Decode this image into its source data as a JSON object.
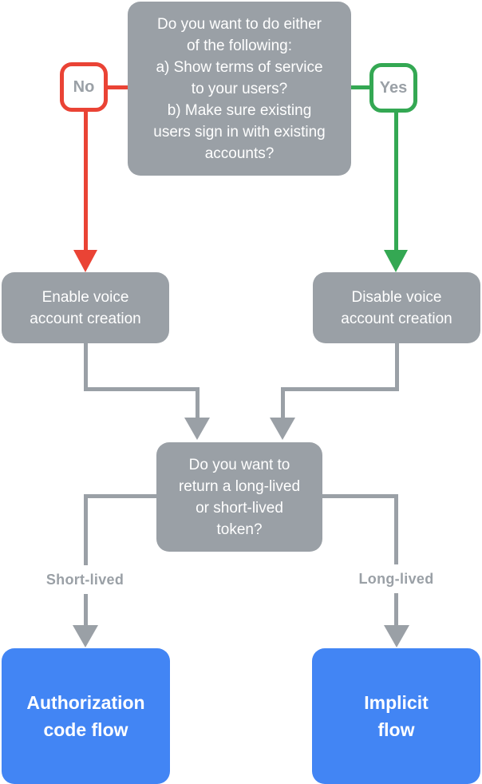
{
  "palette": {
    "gray": "#9AA0A6",
    "red": "#EA4335",
    "green": "#34A853",
    "blue": "#4285F4",
    "white": "#FFFFFF",
    "label_text": "#9AA0A6"
  },
  "nodes": {
    "question_tos": {
      "text": "Do you want to do either\nof the following:\na) Show terms of service\nto your users?\nb) Make sure existing\nusers sign in with existing\naccounts?"
    },
    "enable_voice": {
      "text": "Enable voice\naccount creation"
    },
    "disable_voice": {
      "text": "Disable voice\naccount creation"
    },
    "question_token": {
      "text": "Do you want to\nreturn a long-lived\nor short-lived\ntoken?"
    },
    "authorization_code_flow": {
      "text": "Authorization\ncode flow"
    },
    "implicit_flow": {
      "text": "Implicit\nflow"
    }
  },
  "labels": {
    "no": "No",
    "yes": "Yes",
    "short_lived": "Short-lived",
    "long_lived": "Long-lived"
  }
}
